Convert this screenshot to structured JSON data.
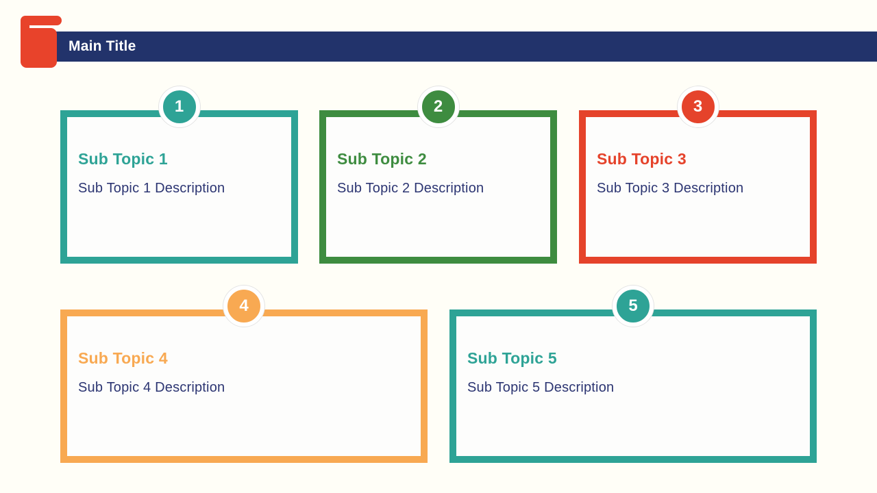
{
  "header": {
    "title": "Main Title"
  },
  "icons": {
    "book_icon": "book-icon"
  },
  "cards": [
    {
      "number": "1",
      "title": "Sub Topic 1",
      "description": "Sub Topic 1 Description",
      "color": "#2EA396"
    },
    {
      "number": "2",
      "title": "Sub Topic 2",
      "description": "Sub Topic 2 Description",
      "color": "#3E8C40"
    },
    {
      "number": "3",
      "title": "Sub Topic 3",
      "description": "Sub Topic 3 Description",
      "color": "#E5432B"
    },
    {
      "number": "4",
      "title": "Sub Topic 4",
      "description": "Sub Topic 4 Description",
      "color": "#F8A952"
    },
    {
      "number": "5",
      "title": "Sub Topic 5",
      "description": "Sub Topic 5 Description",
      "color": "#2EA396"
    }
  ],
  "theme": {
    "background": "#FFFEF7",
    "card_background": "#FDFDFC",
    "header_bar": "#22336B",
    "header_text": "#FFFFFF",
    "body_text": "#2C3572",
    "icon_color": "#E8432B",
    "badge_ring": "#FFFFFF",
    "badge_outline": "#E3E3E3"
  }
}
